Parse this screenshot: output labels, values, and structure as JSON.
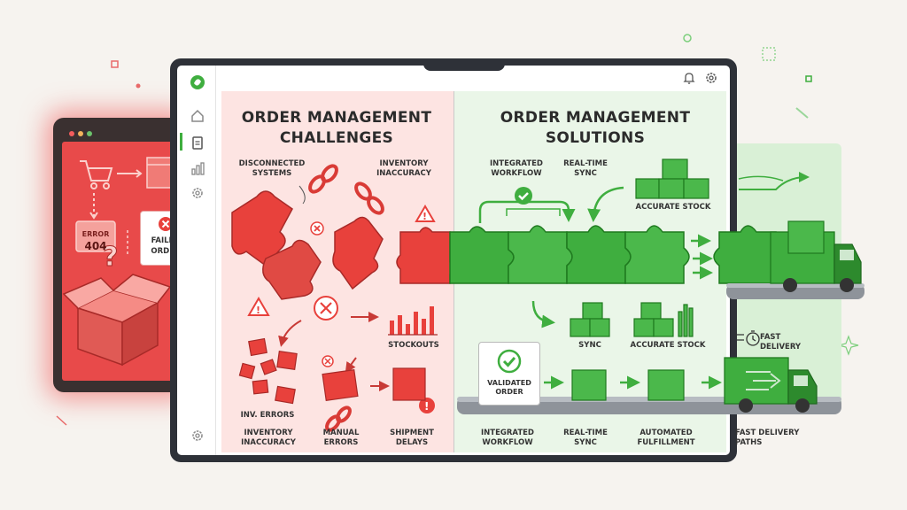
{
  "challenges": {
    "title_line1": "ORDER MANAGEMENT",
    "title_line2": "CHALLENGES",
    "disconnected_line1": "DISCONNECTED",
    "disconnected_line2": "SYSTEMS",
    "inventory_top_line1": "INVENTORY",
    "inventory_top_line2": "INACCURACY",
    "stockouts": "STOCKOUTS",
    "inv_errors": "INV. ERRORS",
    "inventory_bottom_line1": "INVENTORY",
    "inventory_bottom_line2": "INACCURACY",
    "manual_line1": "MANUAL",
    "manual_line2": "ERRORS",
    "shipment_line1": "SHIPMENT",
    "shipment_line2": "DELAYS"
  },
  "solutions": {
    "title_line1": "ORDER MANAGEMENT",
    "title_line2": "SOLUTIONS",
    "integrated_top_line1": "INTEGRATED",
    "integrated_top_line2": "WORKFLOW",
    "realtime_top_line1": "REAL-TIME",
    "realtime_top_line2": "SYNC",
    "accurate_stock_top": "ACCURATE STOCK",
    "sync": "SYNC",
    "accurate_stock_mid": "ACCURATE STOCK",
    "validated_line1": "VALIDATED",
    "validated_line2": "ORDER",
    "integrated_bottom_line1": "INTEGRATED",
    "integrated_bottom_line2": "WORKFLOW",
    "realtime_bottom_line1": "REAL-TIME",
    "realtime_bottom_line2": "SYNC",
    "automated_line1": "AUTOMATED",
    "automated_line2": "FULFILLMENT",
    "fast_delivery_line1": "FAST",
    "fast_delivery_line2": "DELIVERY",
    "fast_paths_line1": "FAST DELIVERY",
    "fast_paths_line2": "PATHS"
  },
  "back_screen": {
    "error_label": "ERROR",
    "error_code": "404",
    "failed_line1": "FAILED",
    "failed_line2": "ORDER"
  },
  "sidebar": {
    "icons": [
      "logo-icon",
      "home-icon",
      "clipboard-icon",
      "chart-icon",
      "settings-icon",
      "settings-bottom-icon"
    ]
  },
  "colors": {
    "red": "#e8413c",
    "green": "#3fae3f",
    "dark_green": "#2d8a2d",
    "red_panel": "#fde4e2",
    "green_panel": "#eaf6e8"
  }
}
